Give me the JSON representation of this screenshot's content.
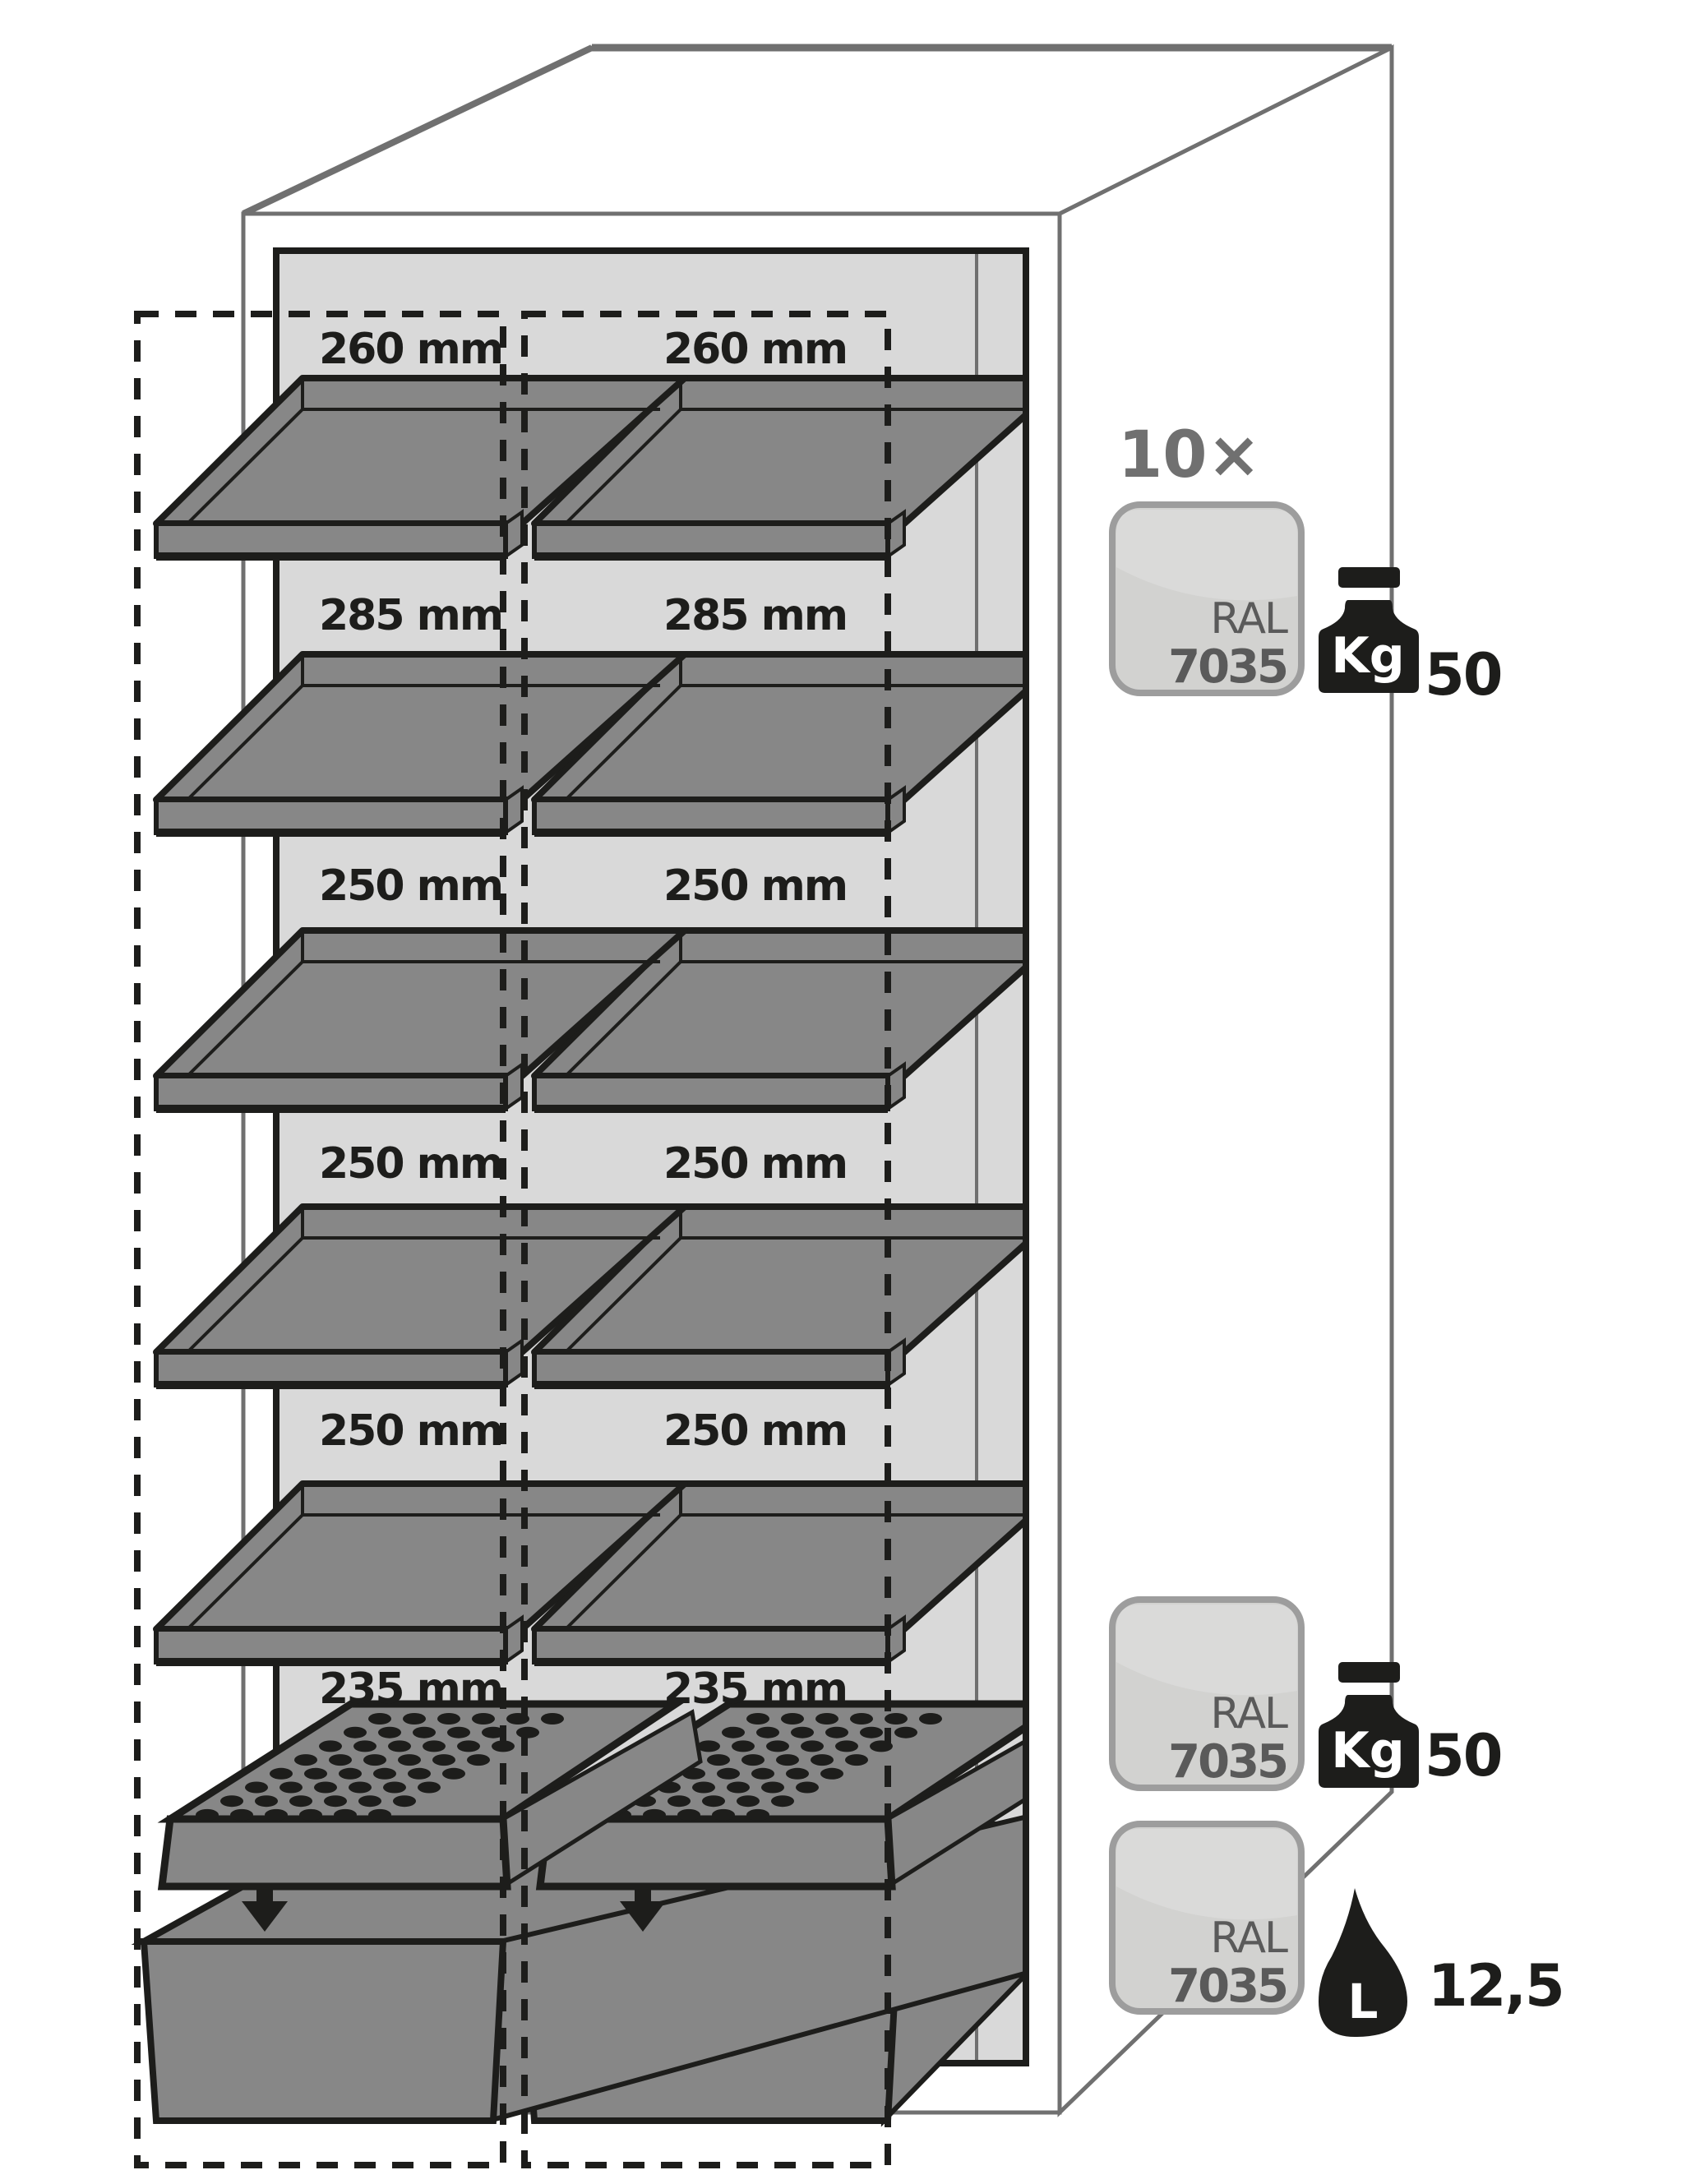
{
  "figure": {
    "title": "Safety storage cabinet interior configuration",
    "colors": {
      "cabinet_outline": "#707070",
      "interior_fill": "#d9d9d9",
      "interior_border": "#1d1d1b",
      "shelf_fill": "#878787",
      "shelf_stroke": "#1d1d1b",
      "badge_fill": "#d2d2d0",
      "badge_border": "#9d9d9d",
      "icon_fill": "#1d1d1b",
      "dash": "#1d1d1b"
    }
  },
  "compartments": {
    "left": {
      "spacings": [
        "260 mm",
        "285 mm",
        "250 mm",
        "250 mm",
        "250 mm",
        "235 mm"
      ]
    },
    "right": {
      "spacings": [
        "260 mm",
        "285 mm",
        "250 mm",
        "250 mm",
        "250 mm",
        "235 mm"
      ]
    }
  },
  "shelves": {
    "count_per_side": 5,
    "quantity_label": "10×",
    "color": {
      "ral_label": "RAL",
      "ral_code": "7035"
    },
    "load": {
      "icon": "weight-kg-icon",
      "icon_text": "Kg",
      "value": "50"
    }
  },
  "perforated_insert": {
    "color": {
      "ral_label": "RAL",
      "ral_code": "7035"
    },
    "load": {
      "icon": "weight-kg-icon",
      "icon_text": "Kg",
      "value": "50"
    }
  },
  "bottom_sump": {
    "color": {
      "ral_label": "RAL",
      "ral_code": "7035"
    },
    "capacity": {
      "icon": "liquid-drop-icon",
      "icon_text": "L",
      "value": "12,5"
    }
  }
}
